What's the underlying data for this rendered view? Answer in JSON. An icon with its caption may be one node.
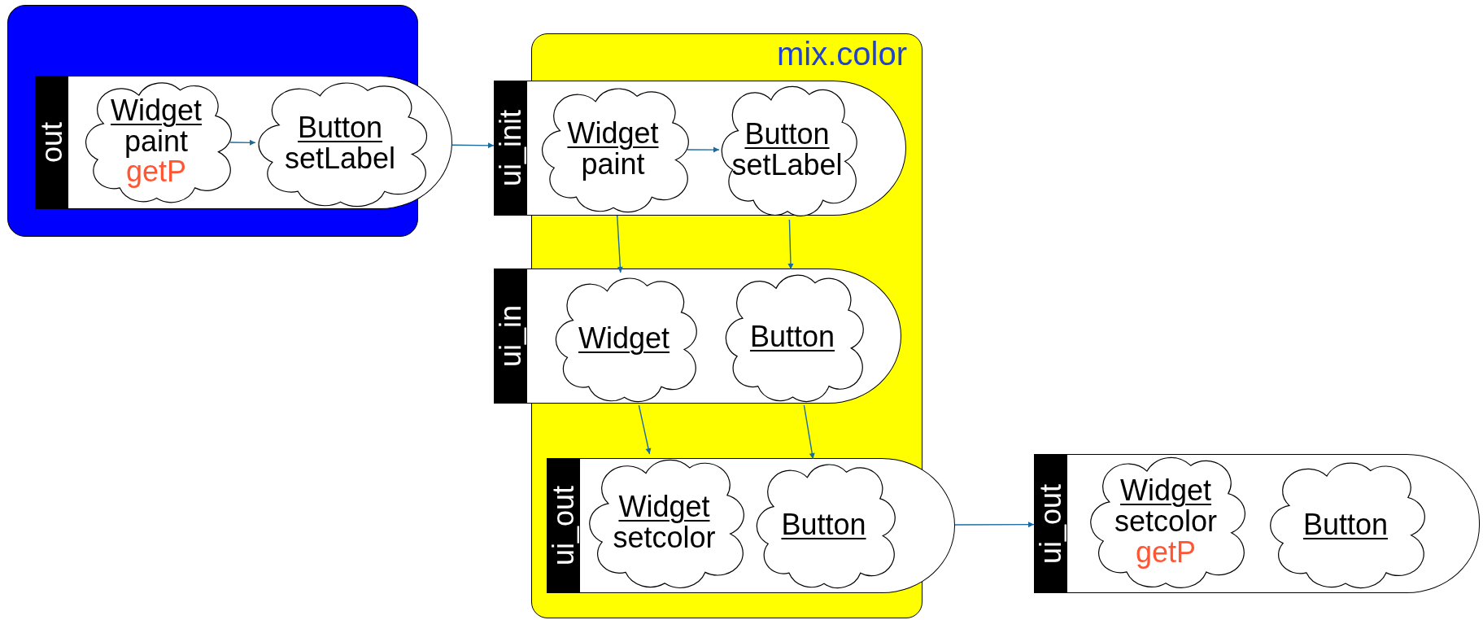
{
  "diagram": {
    "nodes": [
      {
        "text": [],
        "shape": "box"
      },
      {
        "text": [
          "out"
        ],
        "in": 0
      },
      {
        "text": [
          "Widget",
          "paint",
          "getP"
        ],
        "in": 1
      },
      {
        "text": [
          "Button",
          "setLabel"
        ],
        "in": 1
      },
      {
        "text": [
          "mix.color"
        ]
      },
      {
        "text": [
          "ui_init"
        ],
        "in": 4
      },
      {
        "text": [
          "Widget",
          "paint"
        ],
        "in": 5
      },
      {
        "text": [
          "Button",
          "setLabel"
        ],
        "in": 5
      },
      {
        "text": [
          "ui_in"
        ],
        "in": 4
      },
      {
        "text": [
          "Widget"
        ],
        "in": 8
      },
      {
        "text": [
          "Button"
        ],
        "in": 8
      },
      {
        "text": [
          "ui_out"
        ],
        "in": 4
      },
      {
        "text": [
          "Widget",
          "setcolor"
        ],
        "in": 11
      },
      {
        "text": [
          "Button"
        ],
        "in": 11
      },
      {
        "text": [
          "ui_out"
        ]
      },
      {
        "text": [
          "Widget",
          "setcolor",
          "getP"
        ],
        "in": 14
      },
      {
        "text": [
          "Button"
        ],
        "in": 14
      }
    ],
    "edges": [
      {
        "from": 2,
        "to": 3,
        "arrow": "to"
      },
      {
        "from": 1,
        "to": 5,
        "arrow": "to"
      },
      {
        "from": 6,
        "to": 7,
        "arrow": "to"
      },
      {
        "from": 6,
        "to": 9,
        "arrow": "to"
      },
      {
        "from": 7,
        "to": 10,
        "arrow": "to"
      },
      {
        "from": 9,
        "to": 12,
        "arrow": "to"
      },
      {
        "from": 10,
        "to": 13,
        "arrow": "to"
      },
      {
        "from": 11,
        "to": 14,
        "arrow": "to"
      }
    ]
  }
}
